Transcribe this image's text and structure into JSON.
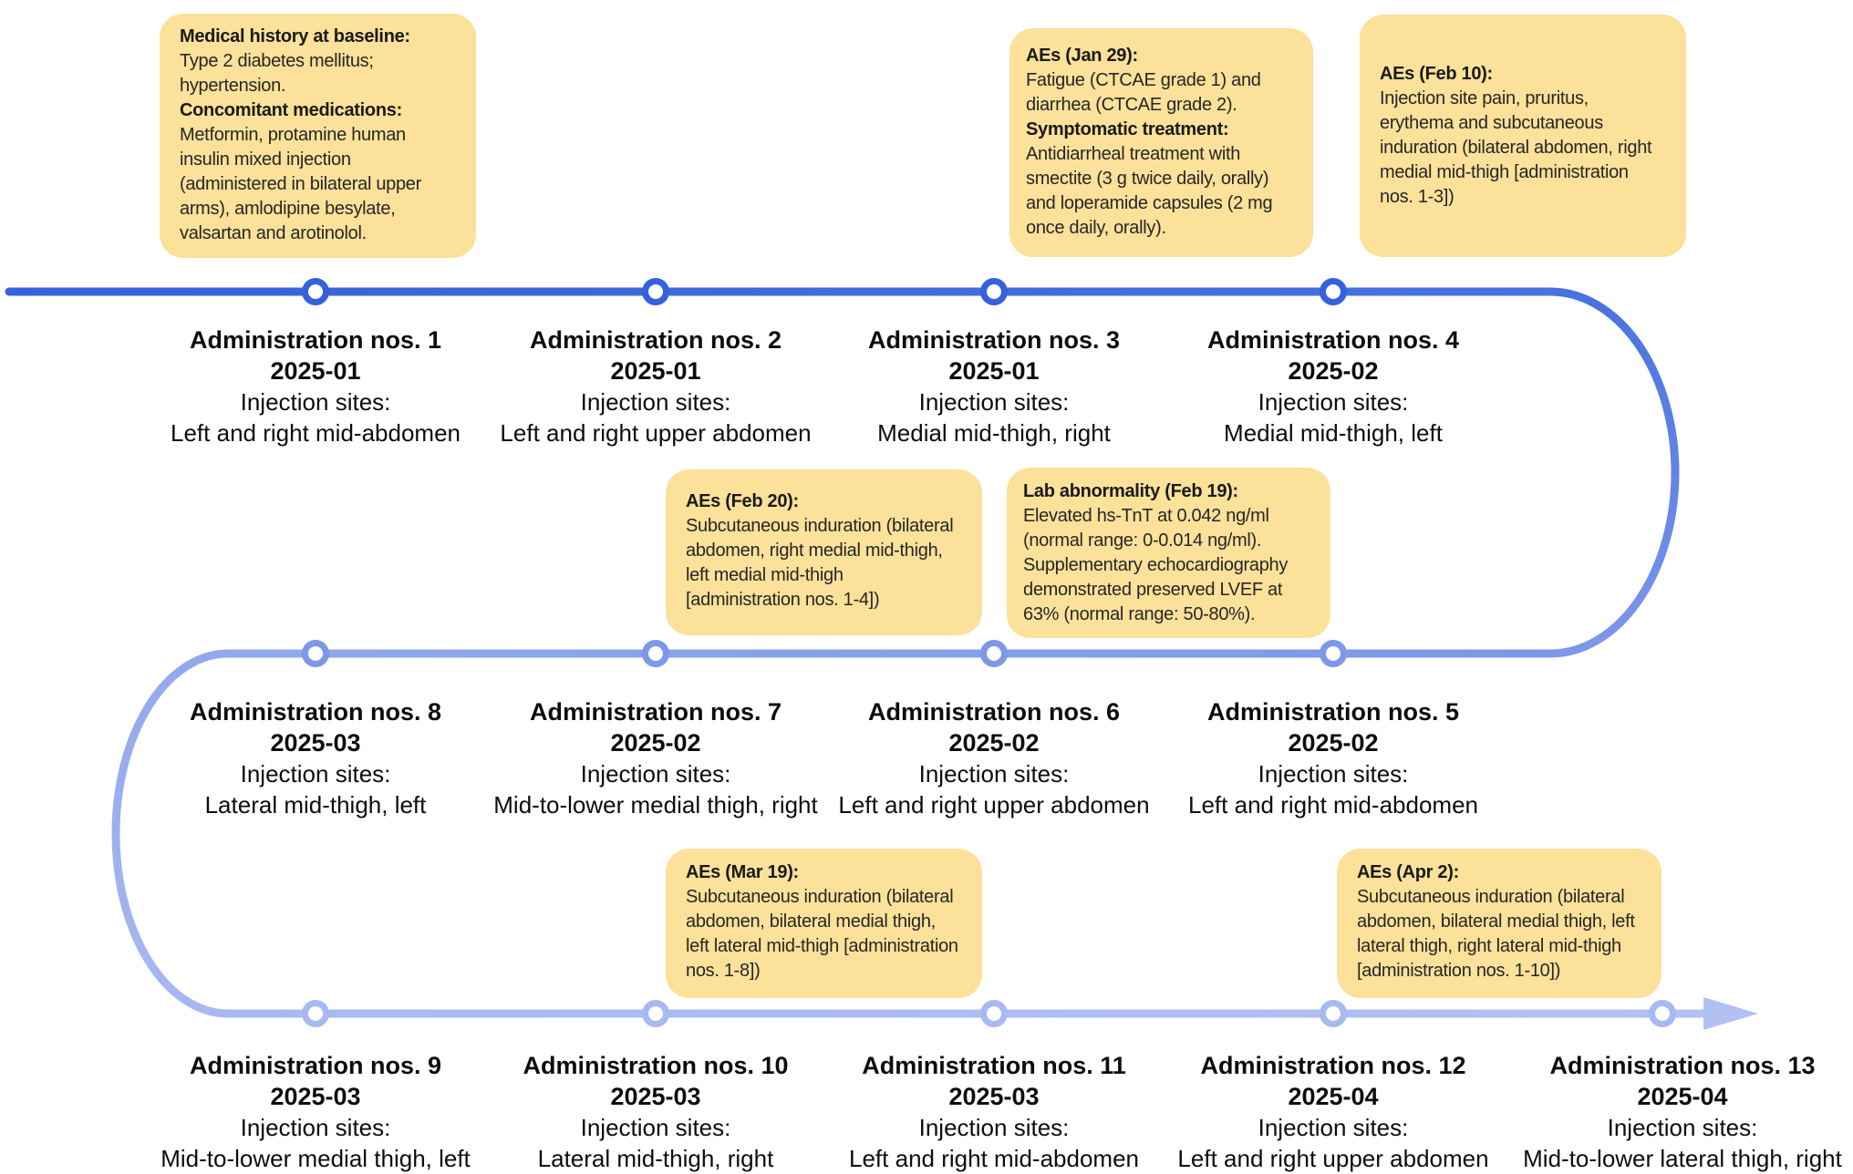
{
  "figure": {
    "description": "Patient treatment timeline with 13 drug administrations and adverse-event callouts"
  },
  "colors": {
    "callout_bg": "#FBE199",
    "text": "#1a1a1a",
    "row1_start": "#3561DA",
    "row1_end": "#4971E0",
    "row2_start": "#7E97E8",
    "row2_end": "#93A8EC",
    "row3_start": "#A7B9F0",
    "row3_end": "#B2C1F3"
  },
  "callouts": [
    {
      "id": "medical-history",
      "segments": [
        {
          "bold": true,
          "text": "Medical history at baseline:"
        },
        {
          "bold": false,
          "text": "Type 2 diabetes mellitus; hypertension."
        },
        {
          "bold": true,
          "text": "Concomitant medications:"
        },
        {
          "bold": false,
          "text": "Metformin, protamine human insulin mixed injection (administered in bilateral upper arms), amlodipine besylate, valsartan and arotinolol."
        }
      ]
    },
    {
      "id": "aes-jan29",
      "segments": [
        {
          "bold": true,
          "text": "AEs (Jan 29):"
        },
        {
          "bold": false,
          "text": "Fatigue (CTCAE grade 1) and diarrhea (CTCAE grade 2)."
        },
        {
          "bold": true,
          "text": "Symptomatic treatment:"
        },
        {
          "bold": false,
          "text": "Antidiarrheal treatment with smectite (3 g twice daily, orally) and loperamide capsules (2 mg once daily, orally)."
        }
      ]
    },
    {
      "id": "aes-feb10",
      "segments": [
        {
          "bold": true,
          "text": "AEs (Feb 10):"
        },
        {
          "bold": false,
          "text": "Injection site pain, pruritus, erythema and subcutaneous induration (bilateral abdomen, right medial mid-thigh [administration nos. 1-3])"
        }
      ]
    },
    {
      "id": "aes-feb20",
      "segments": [
        {
          "bold": true,
          "text": "AEs (Feb 20):"
        },
        {
          "bold": false,
          "text": "Subcutaneous induration (bilateral abdomen, right medial mid-thigh, left medial mid-thigh [administration nos. 1-4])"
        }
      ]
    },
    {
      "id": "lab-feb19",
      "segments": [
        {
          "bold": true,
          "text": "Lab abnormality (Feb 19):"
        },
        {
          "bold": false,
          "text": "Elevated hs-TnT at 0.042 ng/ml (normal range: 0-0.014 ng/ml). Supplementary echocardiography demonstrated preserved LVEF at 63% (normal range: 50-80%)."
        }
      ]
    },
    {
      "id": "aes-mar19",
      "segments": [
        {
          "bold": true,
          "text": "AEs (Mar 19):"
        },
        {
          "bold": false,
          "text": "Subcutaneous induration (bilateral abdomen, bilateral medial thigh, left lateral mid-thigh [administration nos. 1-8])"
        }
      ]
    },
    {
      "id": "aes-apr2",
      "segments": [
        {
          "bold": true,
          "text": "AEs (Apr 2):"
        },
        {
          "bold": false,
          "text": "Subcutaneous induration (bilateral abdomen, bilateral medial thigh, left lateral thigh, right lateral mid-thigh [administration nos. 1-10])"
        }
      ]
    }
  ],
  "stations": [
    {
      "title": "Administration nos. 1",
      "date": "2025-01",
      "sites_label": "Injection sites:",
      "sites": "Left and right mid-abdomen"
    },
    {
      "title": "Administration nos. 2",
      "date": "2025-01",
      "sites_label": "Injection sites:",
      "sites": "Left and right upper abdomen"
    },
    {
      "title": "Administration nos. 3",
      "date": "2025-01",
      "sites_label": "Injection sites:",
      "sites": "Medial mid-thigh, right"
    },
    {
      "title": "Administration nos. 4",
      "date": "2025-02",
      "sites_label": "Injection sites:",
      "sites": "Medial mid-thigh, left"
    },
    {
      "title": "Administration nos. 5",
      "date": "2025-02",
      "sites_label": "Injection sites:",
      "sites": "Left and right mid-abdomen"
    },
    {
      "title": "Administration nos. 6",
      "date": "2025-02",
      "sites_label": "Injection sites:",
      "sites": "Left and right upper abdomen"
    },
    {
      "title": "Administration nos. 7",
      "date": "2025-02",
      "sites_label": "Injection sites:",
      "sites": "Mid-to-lower medial thigh, right"
    },
    {
      "title": "Administration nos. 8",
      "date": "2025-03",
      "sites_label": "Injection sites:",
      "sites": "Lateral mid-thigh, left"
    },
    {
      "title": "Administration nos. 9",
      "date": "2025-03",
      "sites_label": "Injection sites:",
      "sites": "Mid-to-lower medial thigh, left"
    },
    {
      "title": "Administration nos. 10",
      "date": "2025-03",
      "sites_label": "Injection sites:",
      "sites": "Lateral mid-thigh, right"
    },
    {
      "title": "Administration nos. 11",
      "date": "2025-03",
      "sites_label": "Injection sites:",
      "sites": "Left and right mid-abdomen"
    },
    {
      "title": "Administration nos. 12",
      "date": "2025-04",
      "sites_label": "Injection sites:",
      "sites": "Left and right upper abdomen"
    },
    {
      "title": "Administration nos. 13",
      "date": "2025-04",
      "sites_label": "Injection sites:",
      "sites": "Mid-to-lower lateral thigh, right"
    }
  ]
}
